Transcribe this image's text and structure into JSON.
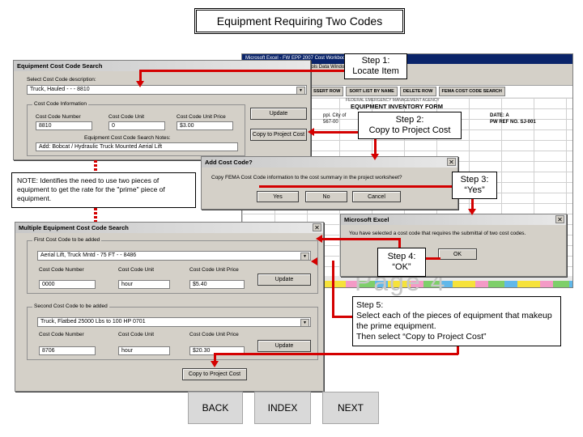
{
  "title": "Equipment Requiring Two Codes",
  "excel": {
    "window_title": "Microsoft Excel - FW EPP 2007 Cost Workbook",
    "menu": "File  Edit  View  Insert  Format  Tools  Data  Window  Help",
    "buttons": [
      "SSERT ROW",
      "SORT LIST BY NAME",
      "DELETE ROW",
      "FEMA COST CODE SEARCH"
    ],
    "agency": "FEDERAL EMERGENCY MANAGEMENT AGENCY",
    "form_title": "EQUIPMENT INVENTORY FORM",
    "appl_text": "ppl. City of",
    "appl_no": "567-00",
    "date_label": "DATE:",
    "pwref_label": "PW REF NO.",
    "date_value": "A",
    "pwref_value": "SJ-001",
    "watermark": "Page 4"
  },
  "cost_search": {
    "title": "Equipment Cost Code Search",
    "select_label": "Select Cost Code description:",
    "select_value": "Truck, Hauled - - - 8810",
    "group_label": "Cost Code Information",
    "col_headers": [
      "Cost Code Number",
      "Cost Code Unit",
      "Cost Code Unit Price"
    ],
    "values": [
      "8810",
      "0",
      "$3.00"
    ],
    "search_label": "Equipment Cost Code Search Notes:",
    "search_value": "Add: Bobcat / Hydraulic Truck Mounted Aerial Lift",
    "update_label": "Update",
    "copy_label": "Copy to Project Cost"
  },
  "add_cost_code": {
    "title": "Add Cost Code?",
    "message": "Copy FEMA Cost Code information to the cost summary in the project worksheet?",
    "yes": "Yes",
    "no": "No",
    "cancel": "Cancel"
  },
  "excel_msg": {
    "title": "Microsoft Excel",
    "message": "You have selected a cost code that requires the submittal of two cost codes.",
    "ok": "OK"
  },
  "multi_search": {
    "title": "Multiple Equipment Cost Code Search",
    "first_group": "First Cost Code to be added",
    "first_select": "Aerial Lift, Truck Mntd - 75 FT - - 8486",
    "second_group": "Second Cost Code to be added",
    "second_select": "Truck, Flatbed   25000 Lbs  to 100 HP   0701",
    "col_headers": [
      "Cost Code Number",
      "Cost Code Unit",
      "Cost Code Unit Price"
    ],
    "first_values": [
      "0000",
      "hour",
      "$5.40"
    ],
    "second_values": [
      "8706",
      "hour",
      "$20.30"
    ],
    "update_label": "Update",
    "copy_label": "Copy to Project Cost"
  },
  "callouts": {
    "step1": "Step 1:\nLocate Item",
    "step2": "Step 2:\nCopy to Project Cost",
    "step3": "Step 3:\n“Yes”",
    "step4": "Step 4:\n“OK”",
    "step5": "Step 5:\nSelect each of the pieces of equipment that makeup the prime equipment.\nThen select “Copy to Project Cost”",
    "note": "NOTE: Identifies the need to use two pieces of equipment to get the rate for the \"prime\" piece of equipment."
  },
  "nav": {
    "back": "BACK",
    "index": "INDEX",
    "next": "NEXT"
  },
  "colors": {
    "arrow": "#d40000",
    "titlebar": "#0a246a"
  }
}
